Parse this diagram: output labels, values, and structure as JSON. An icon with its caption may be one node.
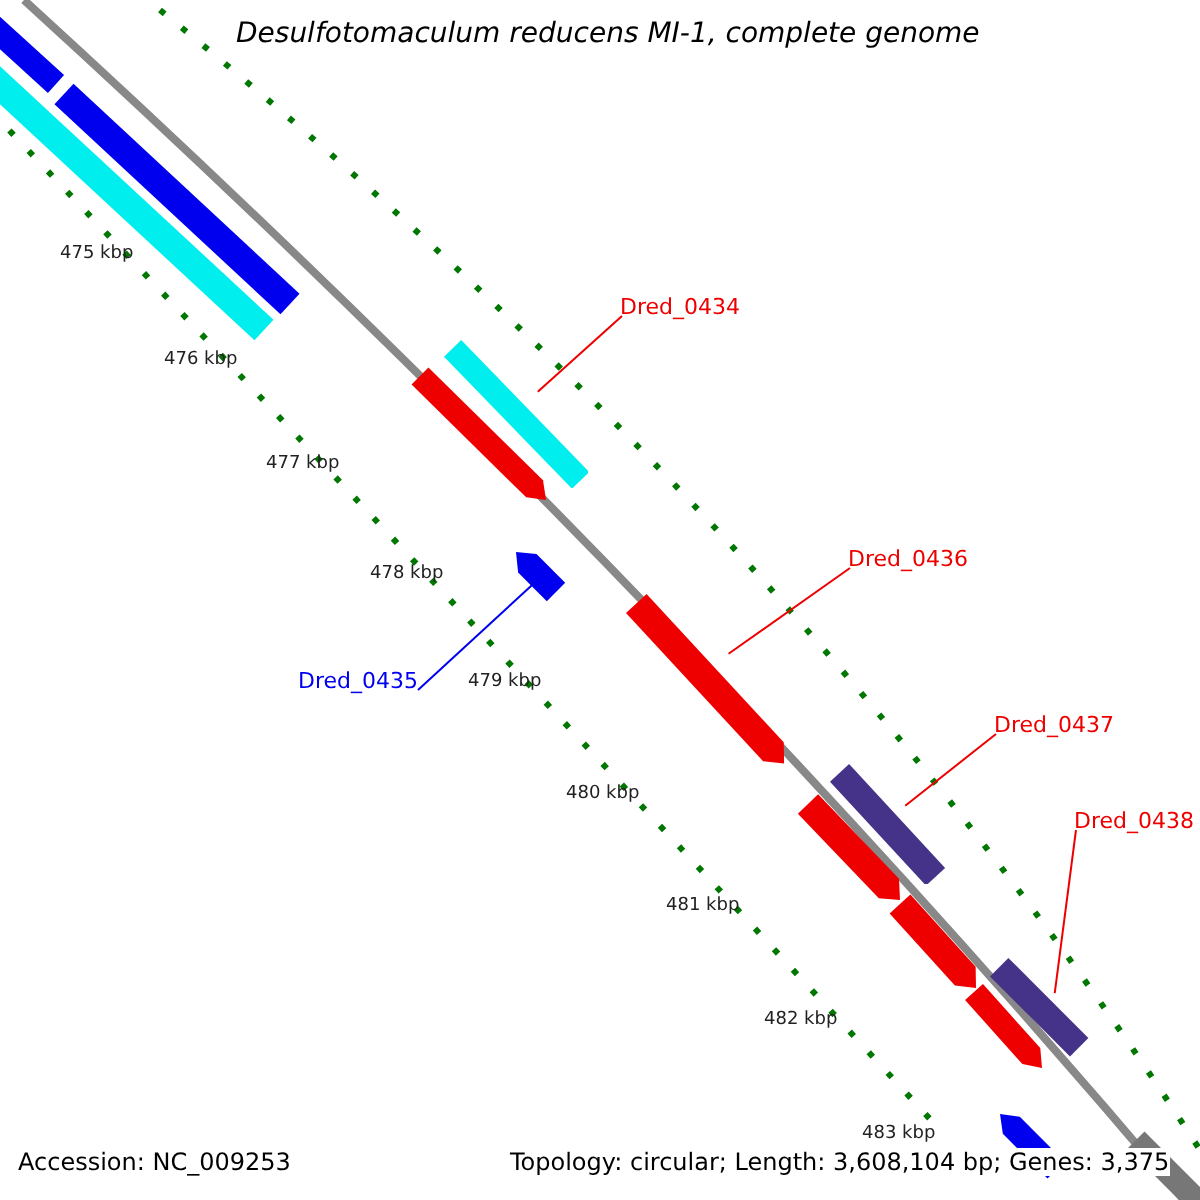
{
  "diagram": {
    "title": "Desulfotomaculum reducens MI-1, complete genome",
    "nodes": [
      {
        "text": [
          "Dred_0434"
        ]
      },
      {
        "text": [
          "Dred_0436"
        ]
      },
      {
        "text": [
          "Dred_0435"
        ]
      },
      {
        "text": [
          "Dred_0437"
        ]
      },
      {
        "text": [
          "Dred_0438"
        ]
      },
      {
        "text": [],
        "shape": "bar"
      },
      {
        "text": [],
        "shape": "arrow"
      },
      {
        "text": [],
        "shape": "arrow"
      },
      {
        "text": [],
        "shape": "bar"
      },
      {
        "text": [],
        "shape": "bar"
      }
    ],
    "edges": [
      {
        "from": 0,
        "to": 5,
        "arrow": "none"
      },
      {
        "from": 1,
        "to": 7,
        "arrow": "none"
      },
      {
        "from": 2,
        "to": 6,
        "arrow": "none",
        "color": "#0000ee"
      },
      {
        "from": 3,
        "to": 8,
        "arrow": "none"
      },
      {
        "from": 4,
        "to": 9,
        "arrow": "none"
      }
    ],
    "labels": [
      "475 kbp",
      "476 kbp",
      "477 kbp",
      "478 kbp",
      "479 kbp",
      "480 kbp",
      "481 kbp",
      "482 kbp",
      "483 kbp",
      "Accession: NC_009253",
      "Topology: circular; Length: 3,608,104 bp; Genes: 3,375"
    ]
  }
}
